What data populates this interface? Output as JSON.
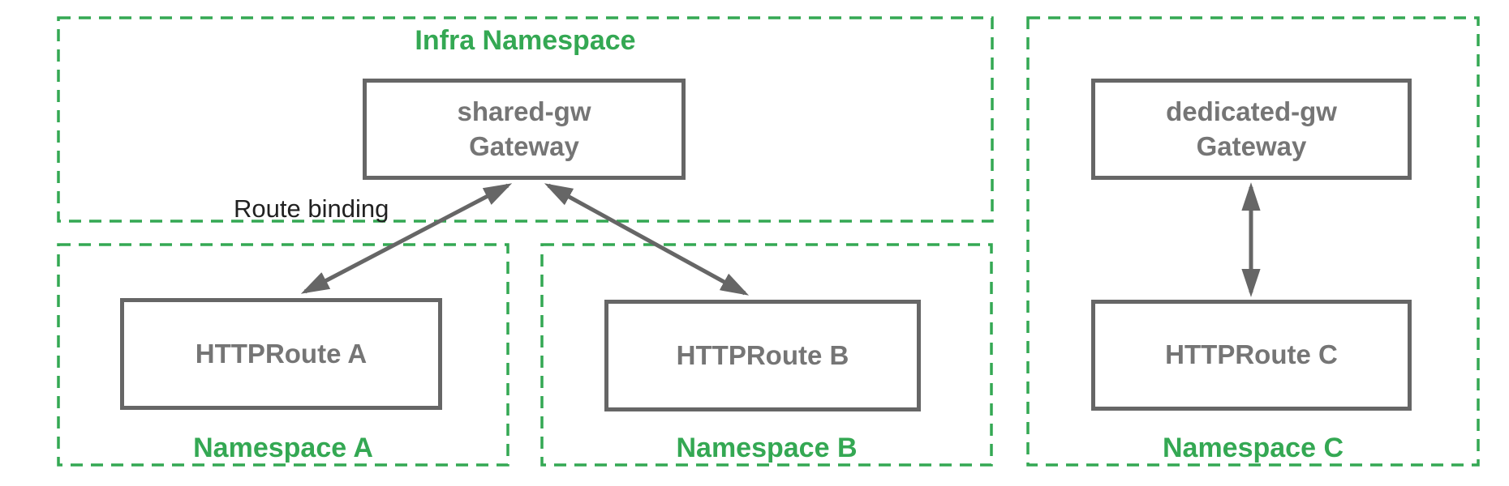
{
  "colors": {
    "namespace_green": "#34A853",
    "node_border_gray": "#666666",
    "node_text_gray": "#757575",
    "annotation_black": "#212121",
    "background": "#ffffff"
  },
  "namespaces": {
    "infra": {
      "label": "Infra Namespace"
    },
    "a": {
      "label": "Namespace A"
    },
    "b": {
      "label": "Namespace B"
    },
    "c": {
      "label": "Namespace C"
    }
  },
  "nodes": {
    "shared_gw": {
      "line1": "shared-gw",
      "line2": "Gateway"
    },
    "dedicated_gw": {
      "line1": "dedicated-gw",
      "line2": "Gateway"
    },
    "route_a": {
      "label": "HTTPRoute A"
    },
    "route_b": {
      "label": "HTTPRoute B"
    },
    "route_c": {
      "label": "HTTPRoute C"
    }
  },
  "annotations": {
    "route_binding": "Route binding"
  },
  "edges": [
    {
      "from": "route_a",
      "to": "shared_gw",
      "type": "route-binding",
      "bidirectional": true
    },
    {
      "from": "route_b",
      "to": "shared_gw",
      "type": "route-binding",
      "bidirectional": true
    },
    {
      "from": "route_c",
      "to": "dedicated_gw",
      "type": "route-binding",
      "bidirectional": true
    }
  ]
}
